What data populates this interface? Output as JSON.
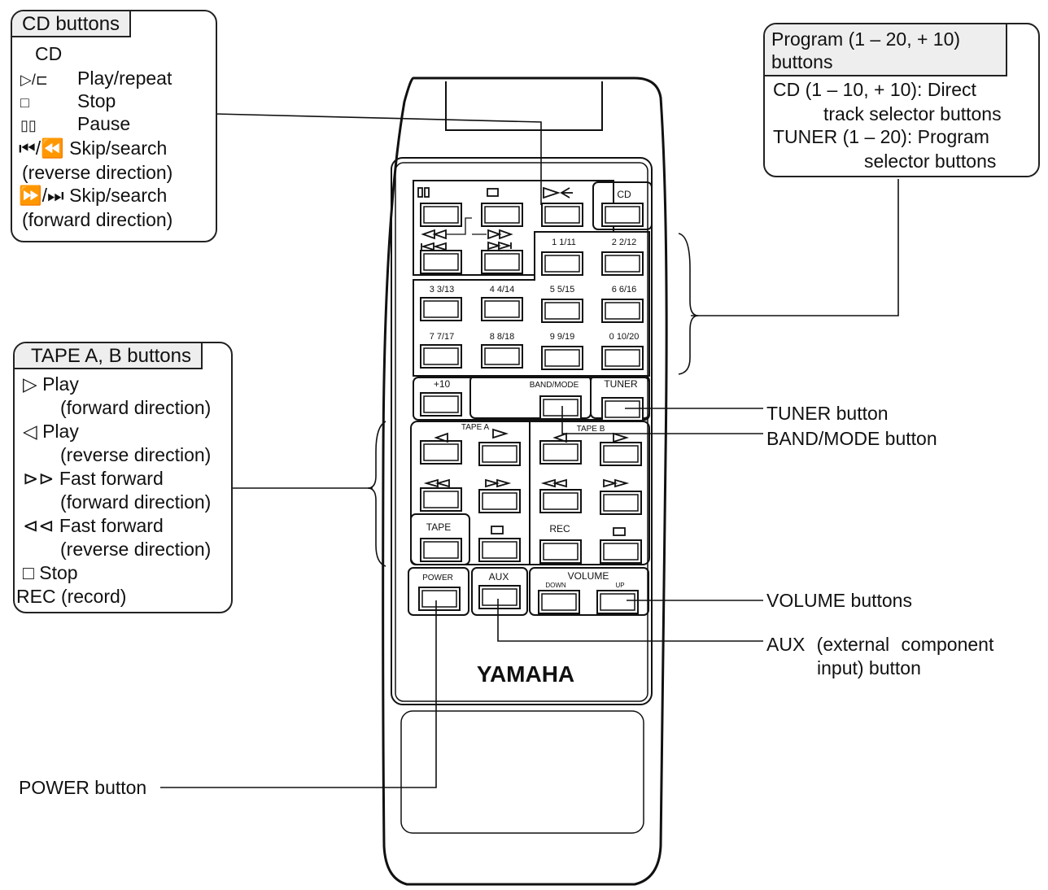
{
  "cd_box": {
    "title": "CD buttons",
    "lines": [
      {
        "sym": "",
        "text": "CD"
      },
      {
        "sym": "▷/⊏",
        "text": "Play/repeat"
      },
      {
        "sym": "□",
        "text": "Stop"
      },
      {
        "sym": "▯▯",
        "text": "Pause"
      },
      {
        "sym": "",
        "text": "⏮/⏪ Skip/search"
      },
      {
        "sym": "",
        "text": "(reverse direction)"
      },
      {
        "sym": "",
        "text": "⏩/⏭ Skip/search"
      },
      {
        "sym": "",
        "text": "(forward direction)"
      }
    ]
  },
  "program_box": {
    "title_line1": "Program (1 – 20, + 10)",
    "title_line2": "buttons",
    "lines": [
      "CD (1 – 10, + 10): Direct",
      "track selector buttons",
      "TUNER (1 – 20): Program",
      "selector buttons"
    ]
  },
  "tape_box": {
    "title": "TAPE A, B buttons",
    "lines": [
      "▷ Play",
      "(forward direction)",
      "◁ Play",
      "(reverse direction)",
      "⊳⊳ Fast forward",
      "(forward direction)",
      "⊲⊲ Fast forward",
      "(reverse direction)",
      "□ Stop",
      "REC (record)"
    ]
  },
  "labels": {
    "tuner": "TUNER button",
    "band_mode": "BAND/MODE button",
    "volume": "VOLUME buttons",
    "aux_line1": "AUX (external component",
    "aux_line2": "input) button",
    "power": "POWER button"
  },
  "remote": {
    "brand": "YAMAHA",
    "cd": "CD",
    "num_labels": [
      "1 1/11",
      "2 2/12",
      "3 3/13",
      "4 4/14",
      "5 5/15",
      "6 6/16",
      "7 7/17",
      "8 8/18",
      "9 9/19",
      "0 10/20"
    ],
    "plus10": "+10",
    "band_mode": "BAND/MODE",
    "tuner": "TUNER",
    "tape_a": "TAPE A",
    "tape_b": "TAPE B",
    "tape": "TAPE",
    "rec": "REC",
    "power": "POWER",
    "aux": "AUX",
    "volume": "VOLUME",
    "down": "DOWN",
    "up": "UP"
  }
}
